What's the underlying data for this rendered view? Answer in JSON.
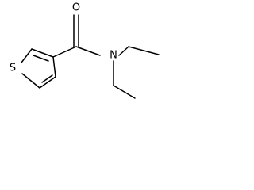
{
  "molecule": {
    "atoms": {
      "sulfur": "S",
      "oxygen": "O",
      "nitrogen": "N"
    },
    "colors": {
      "bond": "#000000",
      "text": "#000000",
      "background": "#ffffff"
    }
  }
}
